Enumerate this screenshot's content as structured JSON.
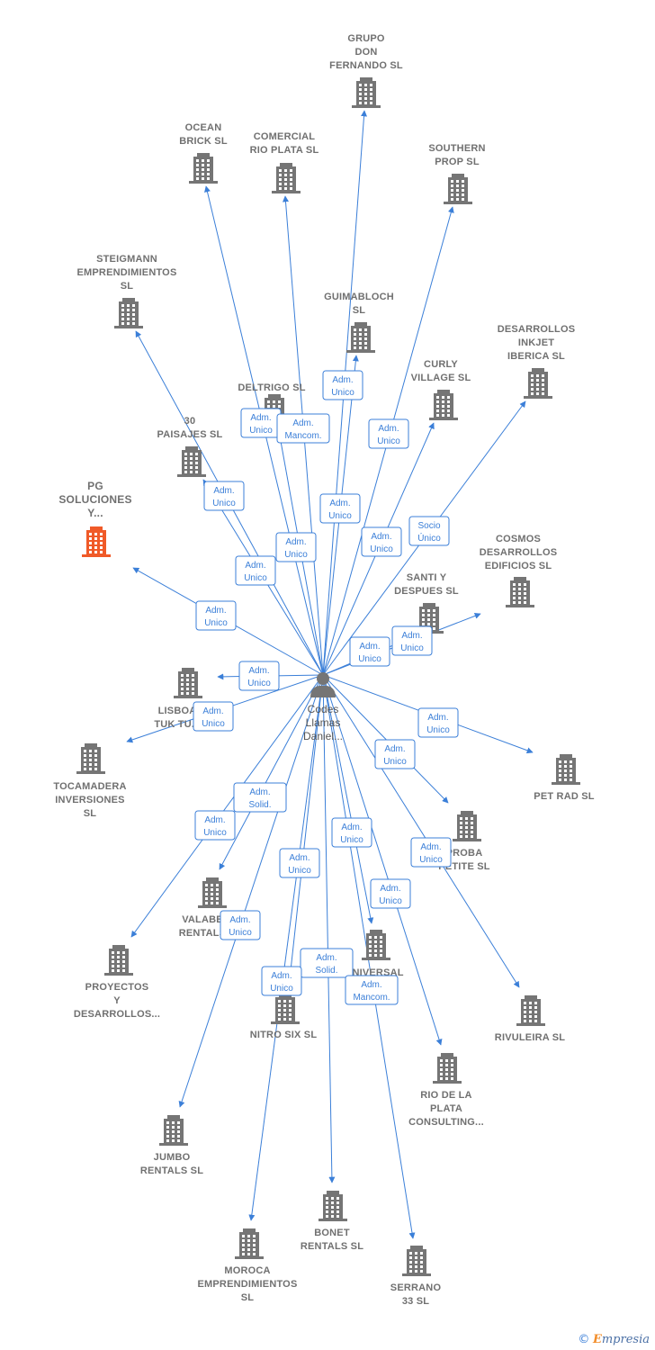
{
  "colors": {
    "edge": "#3b7fd8",
    "node": "#757575",
    "highlight": "#f05a28",
    "person": "#757575"
  },
  "center": {
    "label": [
      "Codes",
      "Llamas",
      "Daniel..."
    ]
  },
  "companies": [
    {
      "id": "grupo-don-fernando",
      "label": [
        "GRUPO",
        "DON",
        "FERNANDO  SL"
      ]
    },
    {
      "id": "ocean-brick",
      "label": [
        "OCEAN",
        "BRICK  SL"
      ]
    },
    {
      "id": "comercial-rio-plata",
      "label": [
        "COMERCIAL",
        "RIO PLATA  SL"
      ]
    },
    {
      "id": "southern-prop",
      "label": [
        "SOUTHERN",
        "PROP  SL"
      ]
    },
    {
      "id": "steigmann",
      "label": [
        "STEIGMANN",
        "EMPRENDIMIENTOS",
        "SL"
      ]
    },
    {
      "id": "guimabloch",
      "label": [
        "GUIMABLOCH",
        "SL"
      ]
    },
    {
      "id": "desarrollos-inkjet",
      "label": [
        "DESARROLLOS",
        "INKJET",
        "IBERICA  SL"
      ]
    },
    {
      "id": "deltrigo",
      "label": [
        "DELTRIGO  SL"
      ]
    },
    {
      "id": "curly-village",
      "label": [
        "CURLY",
        "VILLAGE  SL"
      ]
    },
    {
      "id": "30-paisajes",
      "label": [
        "30",
        "PAISAJES  SL"
      ]
    },
    {
      "id": "pg-soluciones",
      "label": [
        "PG",
        "SOLUCIONES",
        "Y..."
      ],
      "highlight": true
    },
    {
      "id": "cosmos",
      "label": [
        "COSMOS",
        "DESARROLLOS",
        "EDIFICIOS  SL"
      ]
    },
    {
      "id": "santi-despues",
      "label": [
        "SANTI Y",
        "DESPUES  SL"
      ]
    },
    {
      "id": "lisboa-tuk",
      "label": [
        "LISBOA",
        "TUK TU..."
      ]
    },
    {
      "id": "tocamadera",
      "label": [
        "TOCAMADERA",
        "INVERSIONES",
        "SL"
      ]
    },
    {
      "id": "pet-rad",
      "label": [
        "PET RAD  SL"
      ]
    },
    {
      "id": "proba-petite",
      "label": [
        "PROBA",
        "PETITE  SL"
      ]
    },
    {
      "id": "valabe-rentals",
      "label": [
        "VALABE",
        "RENTALS"
      ]
    },
    {
      "id": "universal",
      "label": [
        "UNIVERSAL",
        "SL"
      ]
    },
    {
      "id": "proyectos-desarrollos",
      "label": [
        "PROYECTOS",
        "Y",
        "DESARROLLOS..."
      ]
    },
    {
      "id": "nitro-six",
      "label": [
        "NITRO SIX  SL"
      ]
    },
    {
      "id": "rivuleira",
      "label": [
        "RIVULEIRA  SL"
      ]
    },
    {
      "id": "rio-de-la-plata",
      "label": [
        "RIO DE LA",
        "PLATA",
        "CONSULTING..."
      ]
    },
    {
      "id": "jumbo-rentals",
      "label": [
        "JUMBO",
        "RENTALS  SL"
      ]
    },
    {
      "id": "bonet-rentals",
      "label": [
        "BONET",
        "RENTALS  SL"
      ]
    },
    {
      "id": "moroca",
      "label": [
        "MOROCA",
        "EMPRENDIMIENTOS",
        "SL"
      ]
    },
    {
      "id": "serrano-33",
      "label": [
        "SERRANO",
        "33  SL"
      ]
    }
  ],
  "edges": [
    {
      "to": "grupo-don-fernando",
      "role": [
        "Adm.",
        "Unico"
      ]
    },
    {
      "to": "ocean-brick",
      "role": [
        "Adm.",
        "Unico"
      ]
    },
    {
      "to": "comercial-rio-plata",
      "role": [
        "Adm.",
        "Mancom."
      ]
    },
    {
      "to": "southern-prop",
      "role": [
        "Adm.",
        "Unico"
      ]
    },
    {
      "to": "steigmann",
      "role": [
        "Adm.",
        "Unico"
      ]
    },
    {
      "to": "guimabloch",
      "role": [
        "Adm.",
        "Unico"
      ]
    },
    {
      "to": "desarrollos-inkjet",
      "role": [
        "Socio",
        "Único"
      ]
    },
    {
      "to": "deltrigo",
      "role": [
        "Adm.",
        "Unico"
      ]
    },
    {
      "to": "curly-village",
      "role": [
        "Adm.",
        "Unico"
      ]
    },
    {
      "to": "30-paisajes",
      "role": [
        "Adm.",
        "Unico"
      ]
    },
    {
      "to": "pg-soluciones",
      "role": [
        "Adm.",
        "Unico"
      ]
    },
    {
      "to": "cosmos",
      "role": [
        "Adm.",
        "Unico"
      ]
    },
    {
      "to": "santi-despues",
      "role": [
        "Adm.",
        "Unico"
      ]
    },
    {
      "to": "lisboa-tuk",
      "role": [
        "Adm.",
        "Unico"
      ]
    },
    {
      "to": "tocamadera",
      "role": [
        "Adm.",
        "Unico"
      ]
    },
    {
      "to": "pet-rad",
      "role": [
        "Adm.",
        "Unico"
      ]
    },
    {
      "to": "proba-petite",
      "role": [
        "Adm.",
        "Unico"
      ]
    },
    {
      "to": "valabe-rentals",
      "role": [
        "Adm.",
        "Solid."
      ]
    },
    {
      "to": "universal",
      "role": [
        "Adm.",
        "Unico"
      ]
    },
    {
      "to": "proyectos-desarrollos",
      "role": [
        "Adm.",
        "Unico"
      ]
    },
    {
      "to": "nitro-six",
      "role": [
        "Adm.",
        "Unico"
      ]
    },
    {
      "to": "rivuleira",
      "role": [
        "Adm.",
        "Unico"
      ]
    },
    {
      "to": "rio-de-la-plata",
      "role": [
        "Adm.",
        "Unico"
      ]
    },
    {
      "to": "jumbo-rentals",
      "role": [
        "Adm.",
        "Unico"
      ]
    },
    {
      "to": "bonet-rentals",
      "role": [
        "Adm.",
        "Solid."
      ]
    },
    {
      "to": "moroca",
      "role": [
        "Adm.",
        "Unico"
      ]
    },
    {
      "to": "serrano-33",
      "role": [
        "Adm.",
        "Mancom."
      ]
    }
  ],
  "brand": {
    "copyright": "©",
    "first": "E",
    "rest": "mpresia"
  }
}
